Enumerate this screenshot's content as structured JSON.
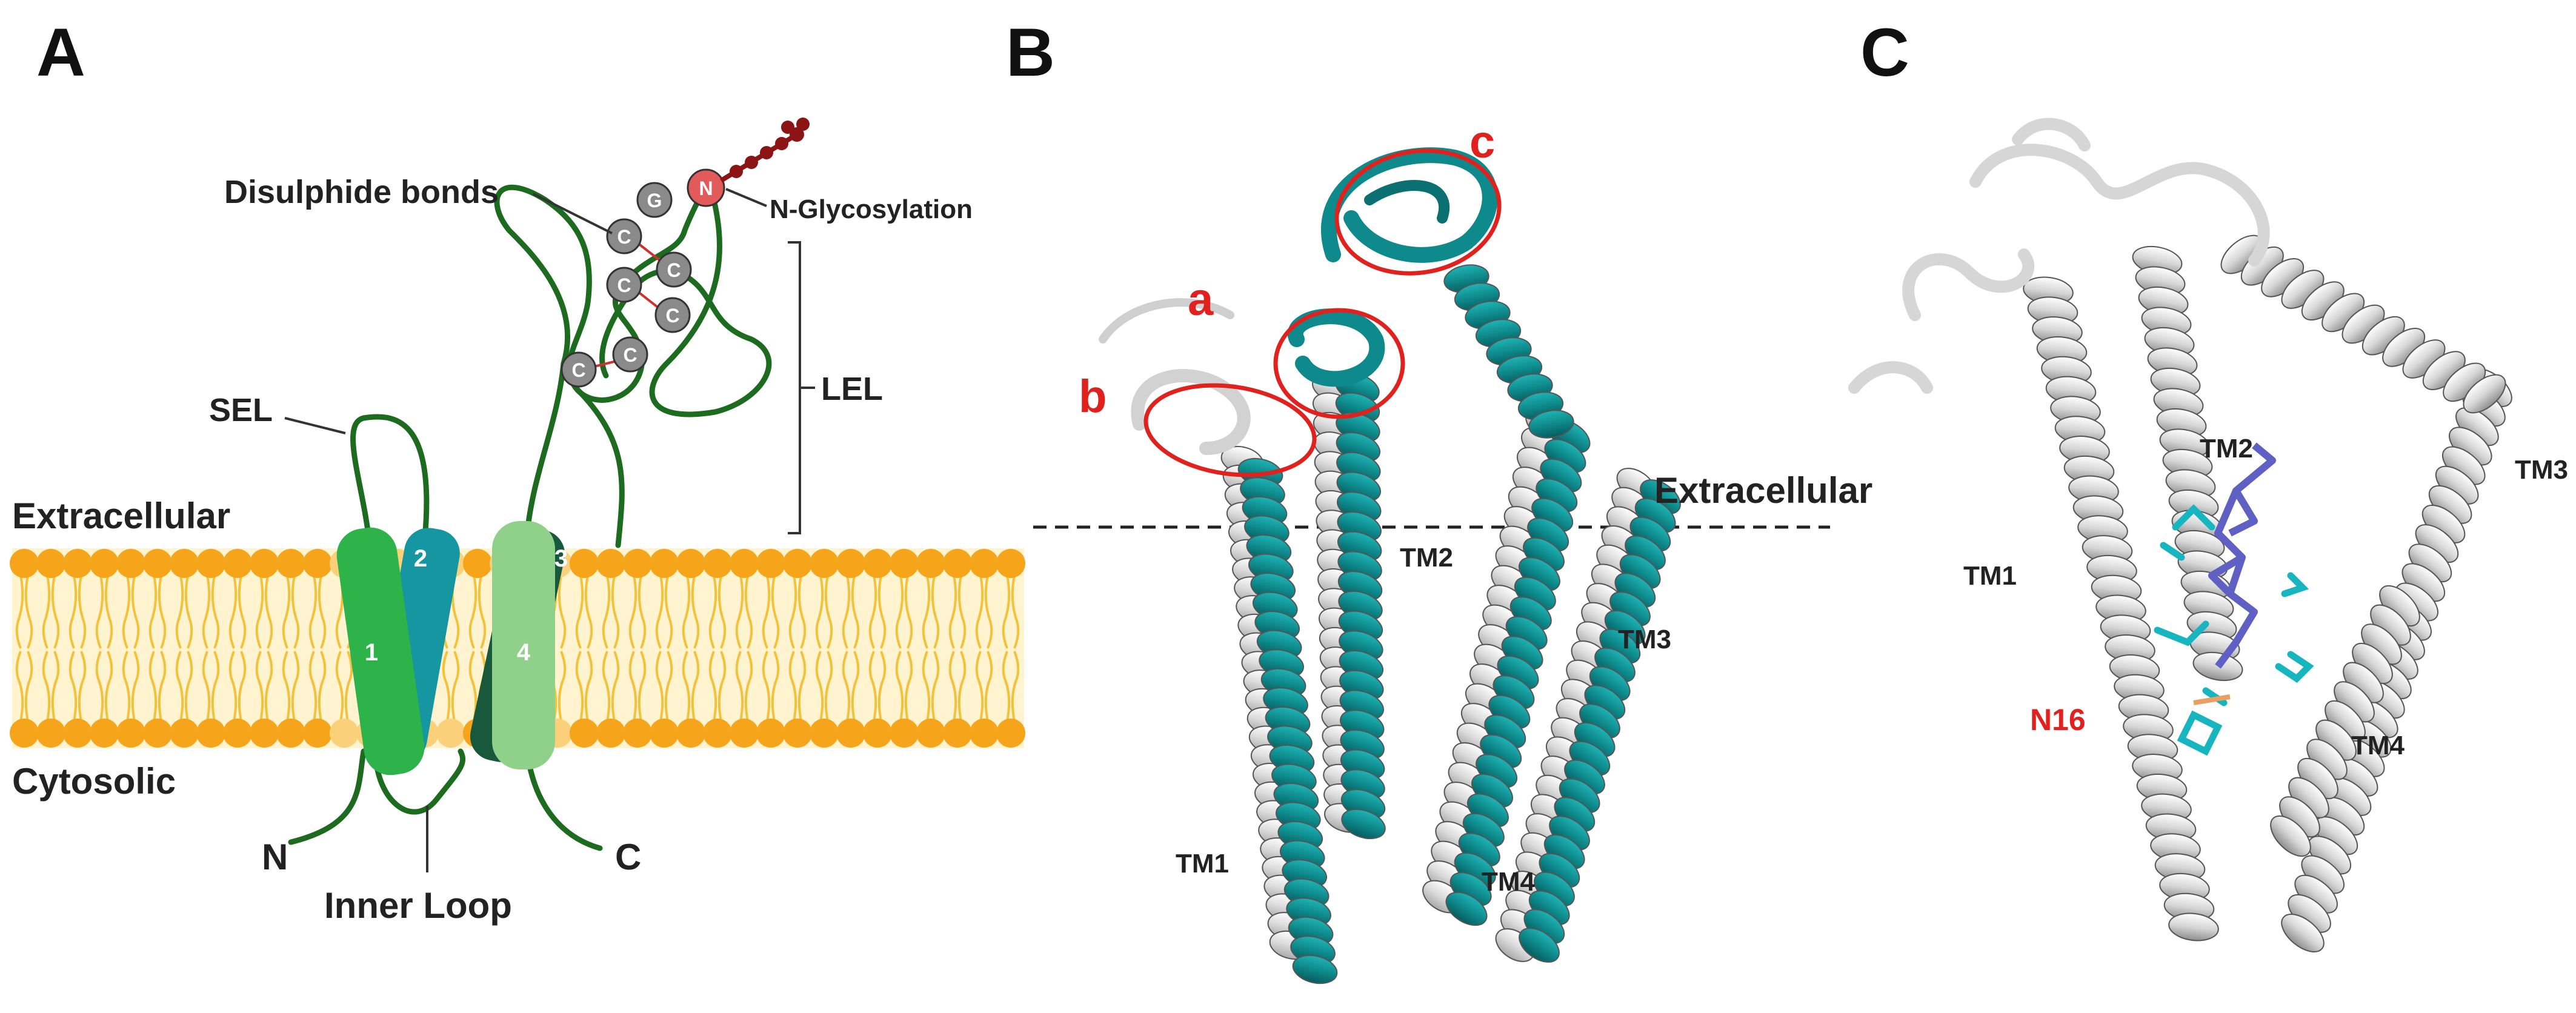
{
  "panels": {
    "a": "A",
    "b": "B",
    "c": "C"
  },
  "panel_a": {
    "disulphide": "Disulphide bonds",
    "glyco": "N-Glycosylation",
    "lel": "LEL",
    "sel": "SEL",
    "extracellular": "Extracellular",
    "cytosolic": "Cytosolic",
    "n_term": "N",
    "c_term": "C",
    "inner_loop": "Inner Loop",
    "helix_labels": [
      "1",
      "2",
      "3",
      "4"
    ],
    "beads": {
      "g": "G",
      "n": "N",
      "c1": "C",
      "c2": "C",
      "c3": "C",
      "c4": "C",
      "c5": "C",
      "c6": "C"
    },
    "colors": {
      "membrane_head": "#f6a419",
      "membrane_tail": "#f4c23a",
      "loop": "#1c6b1e",
      "helix1": "#2db34a",
      "helix2": "#1596a0",
      "helix3": "#17593a",
      "helix4": "#8fd08a",
      "bead": "#8a8a8a",
      "glyco_bead": "#e15b5b",
      "sugar": "#8c1414"
    }
  },
  "panel_b": {
    "a": "a",
    "b": "b",
    "c": "c",
    "extracellular": "Extracellular",
    "tm1": "TM1",
    "tm2": "TM2",
    "tm3": "TM3",
    "tm4": "TM4",
    "colors": {
      "teal": "#0e8a8c",
      "grey": "#d8d8d8",
      "circle": "#e0211d"
    }
  },
  "panel_c": {
    "tm1": "TM1",
    "tm2": "TM2",
    "tm3": "TM3",
    "tm4": "TM4",
    "n16": "N16",
    "colors": {
      "ribbon": "#d9d9d9",
      "ligand": "#5f60c4",
      "residues": "#17b5c0"
    }
  }
}
